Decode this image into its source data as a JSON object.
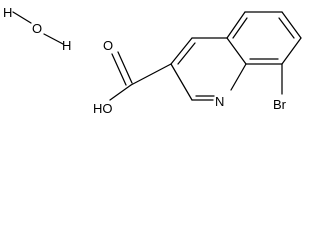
{
  "molecule": {
    "water": {
      "h1": "H",
      "o": "O",
      "h2": "H"
    },
    "acid": {
      "hydroxyl": "HO",
      "carbonyl_o": "O"
    },
    "ring_n": "N",
    "bromine": "Br"
  },
  "colors": {
    "line": "#000000",
    "background": "#ffffff"
  }
}
